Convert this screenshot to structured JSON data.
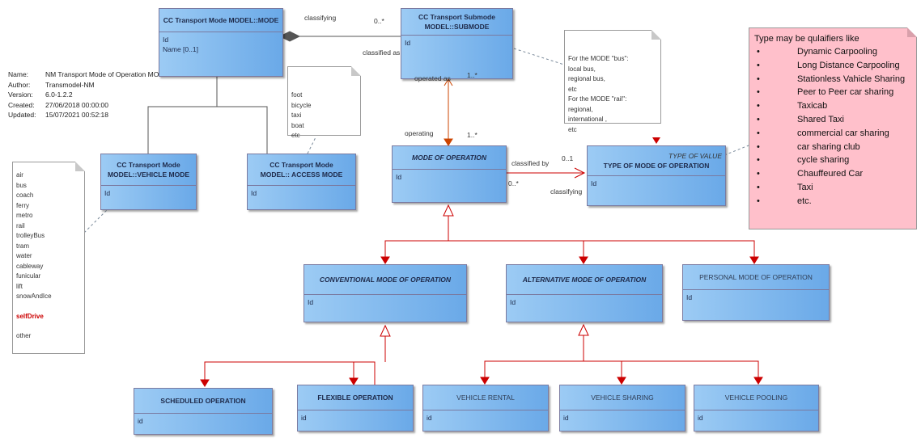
{
  "metadata": {
    "name_label": "Name:",
    "name": "NM Transport Mode of Operation MODEL",
    "author_label": "Author:",
    "author": "Transmodel-NM",
    "version_label": "Version:",
    "version": "6.0-1.2.2",
    "created_label": "Created:",
    "created": "27/06/2018 00:00:00",
    "updated_label": "Updated:",
    "updated": "15/07/2021 00:52:18"
  },
  "classes": {
    "mode": {
      "title": "CC Transport Mode MODEL::MODE",
      "attrs": "Id\nName [0..1]"
    },
    "submode": {
      "title": "CC Transport Submode MODEL::SUBMODE",
      "attrs": "Id"
    },
    "vehicle_mode": {
      "title": "CC Transport Mode MODEL::VEHICLE MODE",
      "attrs": "Id"
    },
    "access_mode": {
      "title": "CC Transport Mode MODEL:: ACCESS MODE",
      "attrs": "Id"
    },
    "mode_of_operation": {
      "title": "MODE OF OPERATION",
      "attrs": "Id"
    },
    "type_of_mode": {
      "stereotype": "TYPE OF VALUE",
      "title": "TYPE OF MODE OF OPERATION",
      "attrs": "Id"
    },
    "conventional": {
      "title": "CONVENTIONAL MODE OF OPERATION",
      "attrs": "Id"
    },
    "alternative": {
      "title": "ALTERNATIVE MODE OF OPERATION",
      "attrs": "Id"
    },
    "personal": {
      "title": "PERSONAL MODE OF OPERATION",
      "attrs": "Id"
    },
    "scheduled": {
      "title": "SCHEDULED OPERATION",
      "attrs": "id"
    },
    "flexible": {
      "title": "FLEXIBLE OPERATION",
      "attrs": "id"
    },
    "vehicle_rental": {
      "title": "VEHICLE RENTAL",
      "attrs": "id"
    },
    "vehicle_sharing": {
      "title": "VEHICLE SHARING",
      "attrs": "id"
    },
    "vehicle_pooling": {
      "title": "VEHICLE POOLING",
      "attrs": "id"
    }
  },
  "labels": {
    "classifying_top": "classifying",
    "mult_0_star_top": "0..*",
    "classified_as": "classified as",
    "operated_as": "operated as",
    "mult_1_star_a": "1..*",
    "operating": "operating",
    "mult_1_star_b": "1..*",
    "classified_by": "classified by",
    "mult_0_1": "0..1",
    "mult_0_star": "0..*",
    "classifying_right": "classifying"
  },
  "notes": {
    "access_note": "foot\nbicycle\ntaxi\nboat\netc",
    "submode_note": "For the MODE \"bus\":\nlocal bus,\nregional bus,\netc\nFor the MODE \"rail\":\nregional,\ninternational ,\netc",
    "vehicle_note_list": "air\nbus\ncoach\nferry\nmetro\nrail\ntrolleyBus\ntram\nwater\ncableway\nfunicular\nlift\nsnowAndIce",
    "vehicle_note_self_drive": "selfDrive",
    "vehicle_note_other": "other",
    "pink_title": "Type may be qulaifiers like",
    "pink_items": [
      "Dynamic Carpooling",
      "Long Distance Carpooling",
      "Stationless Vahicle Sharing",
      "Peer to Peer car sharing",
      "Taxicab",
      "Shared Taxi",
      "commercial car sharing",
      "car sharing club",
      "cycle sharing",
      "Chauffeured Car",
      "Taxi",
      "etc."
    ]
  },
  "colors": {
    "class_fill_left": "#9ccbf4",
    "class_fill_right": "#6aa9e8",
    "note_pink": "#ffc0cb",
    "association_red": "#cc0000"
  }
}
